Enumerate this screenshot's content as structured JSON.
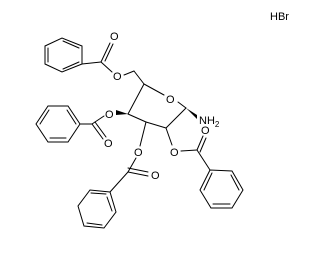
{
  "structure": {
    "salt_label": "HBr",
    "amine_label": "NH",
    "amine_subscript": "2",
    "ring_oxygen_label": "O",
    "ester_oxygen_label": "O",
    "carbonyl_oxygen_label": "O"
  }
}
